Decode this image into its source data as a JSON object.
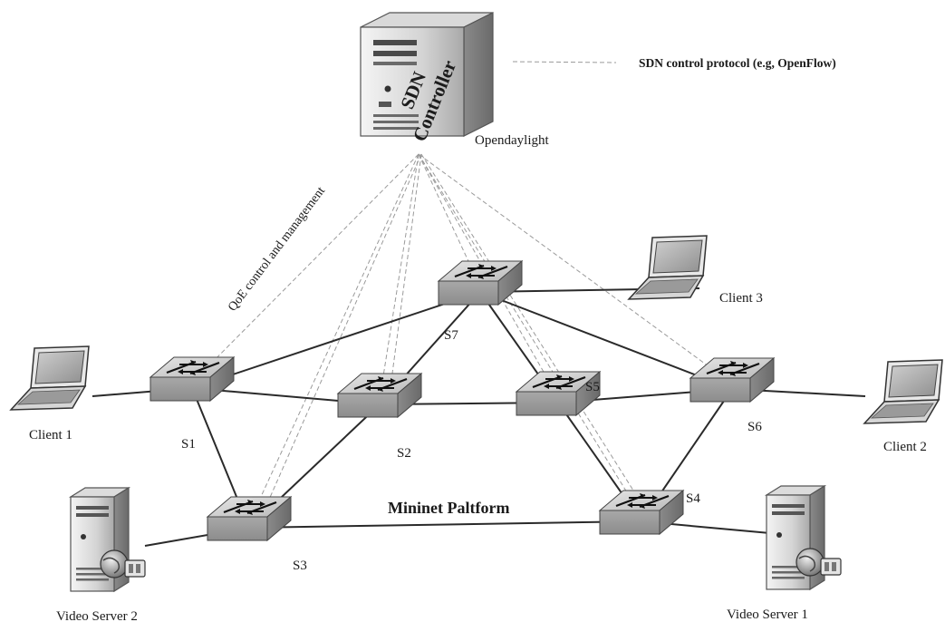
{
  "controller": {
    "text_line1": "SDN",
    "text_line2": "Controller",
    "name": "Opendaylight"
  },
  "legend": {
    "label": "SDN control protocol (e.g, OpenFlow)"
  },
  "annotation": {
    "label": "QoE control and management"
  },
  "platform": {
    "label": "Mininet Paltform"
  },
  "switches": [
    {
      "id": "S1",
      "label": "S1"
    },
    {
      "id": "S2",
      "label": "S2"
    },
    {
      "id": "S3",
      "label": "S3"
    },
    {
      "id": "S4",
      "label": "S4"
    },
    {
      "id": "S5",
      "label": "S5"
    },
    {
      "id": "S6",
      "label": "S6"
    },
    {
      "id": "S7",
      "label": "S7"
    }
  ],
  "clients": [
    {
      "id": "C1",
      "label": "Client 1"
    },
    {
      "id": "C2",
      "label": "Client 2"
    },
    {
      "id": "C3",
      "label": "Client 3"
    }
  ],
  "servers": [
    {
      "id": "V1",
      "label": "Video Server 1"
    },
    {
      "id": "V2",
      "label": "Video Server 2"
    }
  ],
  "links": [
    [
      "S1",
      "S7"
    ],
    [
      "S1",
      "S2"
    ],
    [
      "S1",
      "S3"
    ],
    [
      "S1",
      "C1"
    ],
    [
      "S2",
      "S7"
    ],
    [
      "S2",
      "S5"
    ],
    [
      "S2",
      "S3"
    ],
    [
      "S3",
      "S4"
    ],
    [
      "S3",
      "V2"
    ],
    [
      "S4",
      "S5"
    ],
    [
      "S4",
      "S6"
    ],
    [
      "S4",
      "V1"
    ],
    [
      "S5",
      "S6"
    ],
    [
      "S5",
      "S7"
    ],
    [
      "S6",
      "S7"
    ],
    [
      "S6",
      "C2"
    ],
    [
      "S7",
      "C3"
    ]
  ],
  "control_links": [
    "S1",
    "S2",
    "S3",
    "S4",
    "S5",
    "S6",
    "S7"
  ]
}
